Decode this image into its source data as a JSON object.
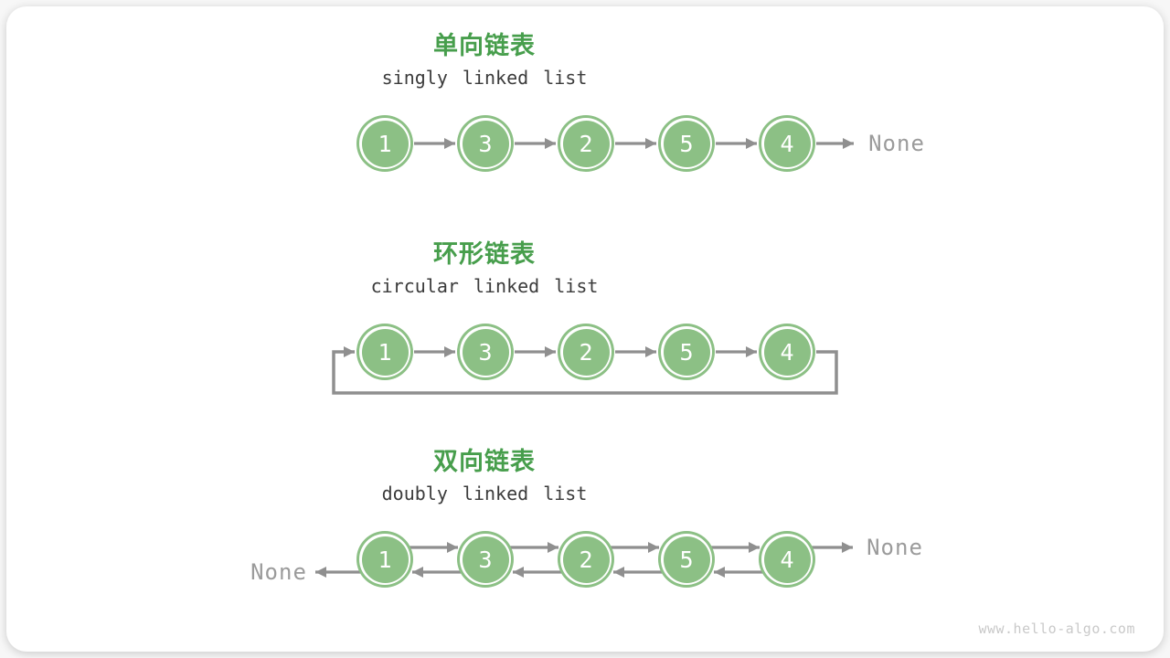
{
  "watermark": "www.hello-algo.com",
  "colors": {
    "title_green": "#479e4c",
    "node_green": "#8cc085",
    "arrow_gray": "#8f8f8f",
    "none_gray": "#9b9b9b",
    "subtitle_dark": "#3b3b3b",
    "watermark_gray": "#c9c9c9"
  },
  "sections": [
    {
      "kind": "singly",
      "title": "单向链表",
      "subtitle": "singly linked list",
      "nodes": [
        "1",
        "3",
        "2",
        "5",
        "4"
      ],
      "tail_label": "None"
    },
    {
      "kind": "circular",
      "title": "环形链表",
      "subtitle": "circular linked list",
      "nodes": [
        "1",
        "3",
        "2",
        "5",
        "4"
      ]
    },
    {
      "kind": "doubly",
      "title": "双向链表",
      "subtitle": "doubly linked list",
      "nodes": [
        "1",
        "3",
        "2",
        "5",
        "4"
      ],
      "head_label": "None",
      "tail_label": "None"
    }
  ]
}
